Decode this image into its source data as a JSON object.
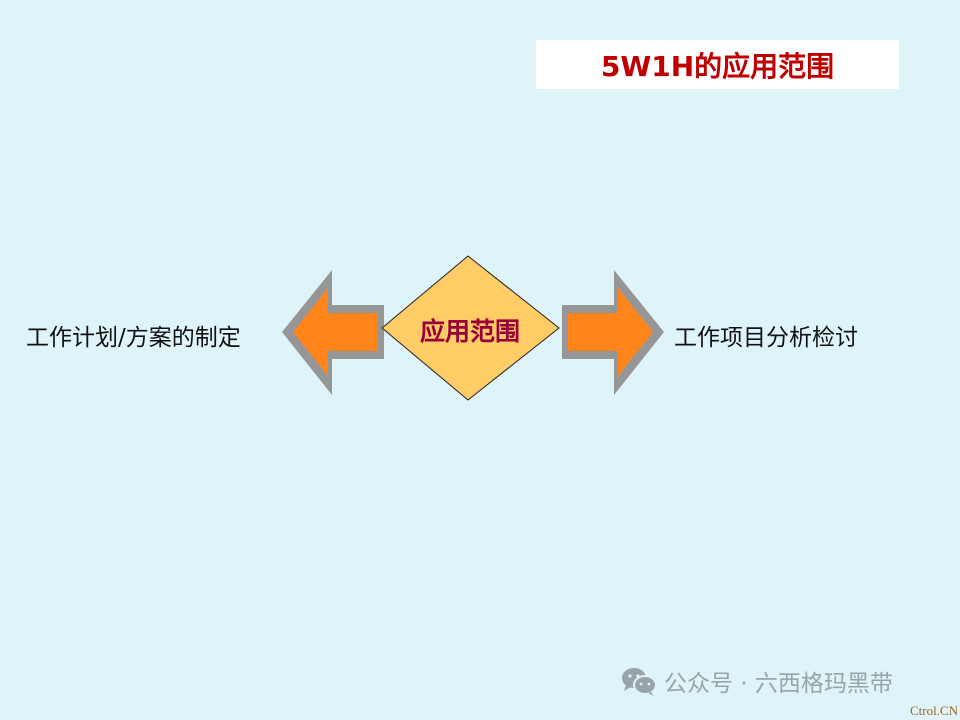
{
  "title": "5W1H的应用范围",
  "diagram": {
    "center": "应用范围",
    "left": "工作计划/方案的制定",
    "right": "工作项目分析检讨",
    "colors": {
      "background": "#dff4f8",
      "title_text": "#c00000",
      "diamond_fill": "#ffcc66",
      "center_text": "#99003a",
      "arrow_fill": "#ff851b",
      "arrow_border": "#969696"
    }
  },
  "watermark": {
    "icon": "wechat-icon",
    "text": "公众号 · 六西格玛黑带"
  },
  "corner_mark": "Ctrol.CN"
}
